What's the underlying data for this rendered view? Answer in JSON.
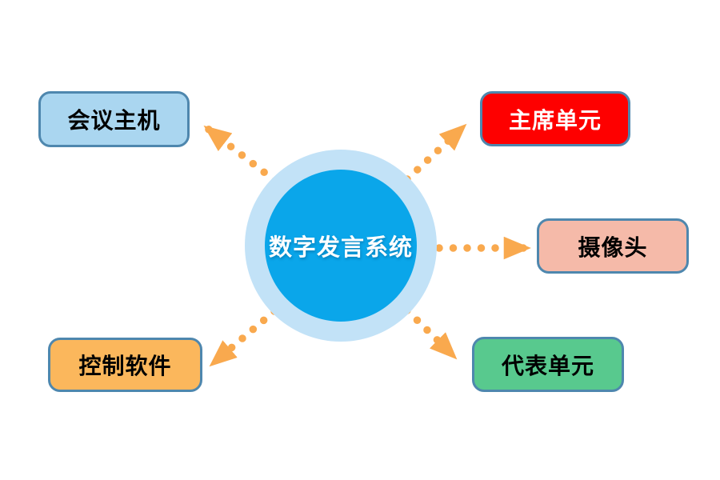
{
  "diagram_title": "数字发言系统",
  "center": {
    "label": "数字发言系统",
    "fill": "#0AA6EA",
    "ring": "#C2E2F7",
    "text_color": "#FFFFFF"
  },
  "nodes": [
    {
      "id": "conference-host",
      "label": "会议主机",
      "fill": "#AAD6F0",
      "text_color": "#000000",
      "position": "top-left"
    },
    {
      "id": "chairman-unit",
      "label": "主席单元",
      "fill": "#FE0000",
      "text_color": "#FFFFFF",
      "position": "top-right"
    },
    {
      "id": "camera",
      "label": "摄像头",
      "fill": "#F5BAA9",
      "text_color": "#000000",
      "position": "right"
    },
    {
      "id": "delegate-unit",
      "label": "代表单元",
      "fill": "#58C98E",
      "text_color": "#000000",
      "position": "bottom-right"
    },
    {
      "id": "control-software",
      "label": "控制软件",
      "fill": "#FBB75C",
      "text_color": "#000000",
      "position": "bottom-left"
    }
  ],
  "connectors": {
    "color": "#F9A94E",
    "style": "dotted-arrow",
    "direction": "center-to-nodes"
  },
  "style": {
    "node_border": "#4E87AE",
    "background": "#FFFFFF"
  }
}
